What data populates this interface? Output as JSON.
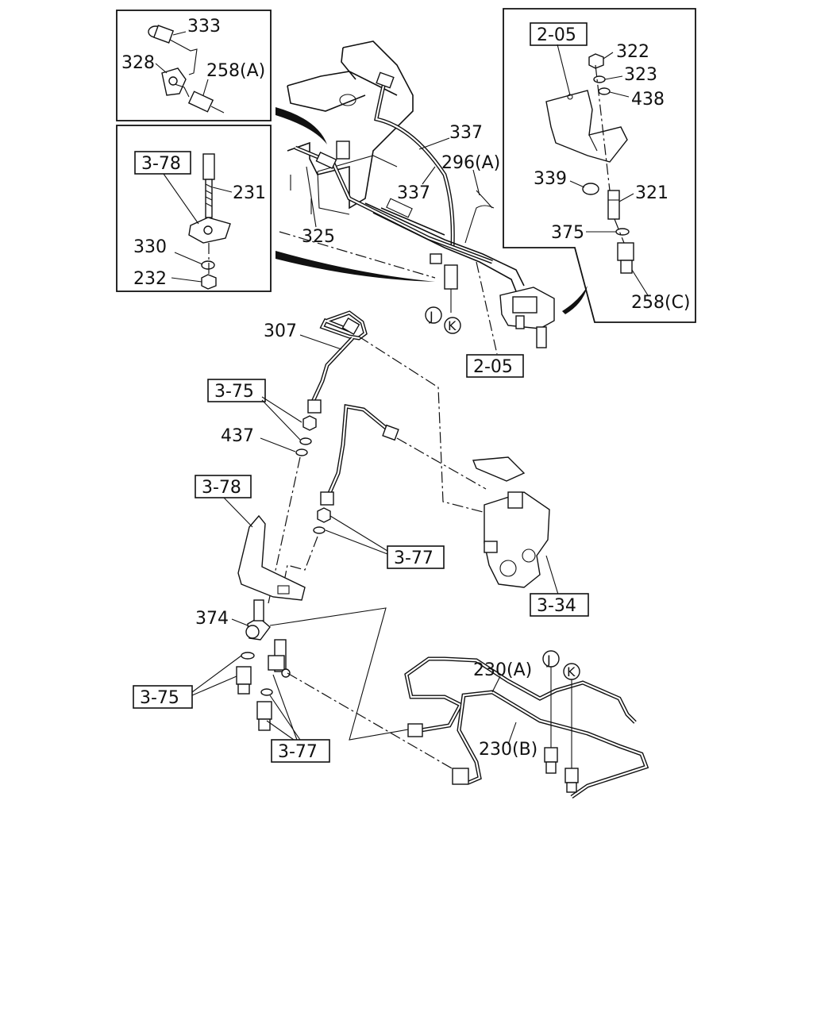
{
  "labels": {
    "p333": "333",
    "p328": "328",
    "p258a": "258(A)",
    "p378_top": "3-78",
    "p231": "231",
    "p330": "330",
    "p232": "232",
    "p325": "325",
    "p337a": "337",
    "p337b": "337",
    "p296a": "296(A)",
    "p205_top": "2-05",
    "p322": "322",
    "p323": "323",
    "p438": "438",
    "p339": "339",
    "p321": "321",
    "p375": "375",
    "p258c": "258(C)",
    "marker_j": "J",
    "marker_k": "K",
    "p205_mid": "2-05",
    "p307": "307",
    "p375_a": "3-75",
    "p437": "437",
    "p378_mid": "3-78",
    "p377_a": "3-77",
    "p334": "3-34",
    "p374": "374",
    "p375_b": "3-75",
    "p377_b": "3-77",
    "p230a": "230(A)",
    "p230b": "230(B)",
    "marker_j2": "J",
    "marker_k2": "K"
  }
}
